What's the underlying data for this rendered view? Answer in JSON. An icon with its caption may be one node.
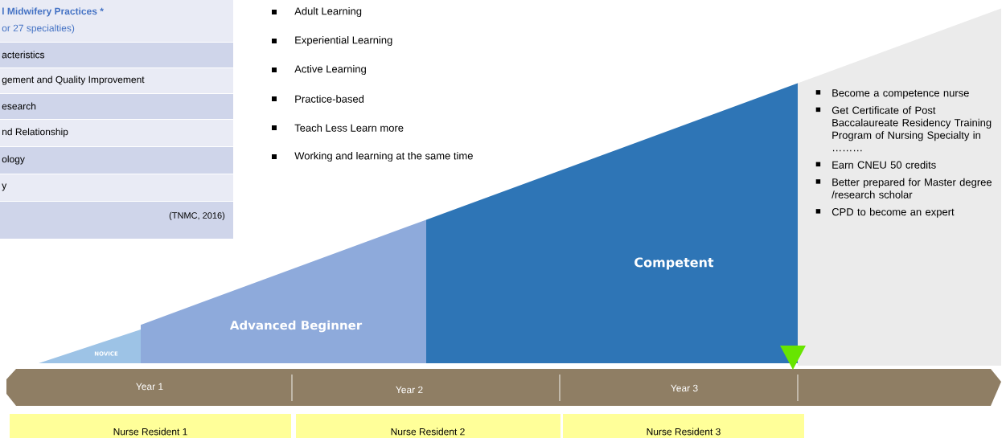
{
  "diagram": {
    "nodes": [
      {
        "text": [
          "NOVICE"
        ]
      },
      {
        "text": [
          "Advanced Beginner"
        ]
      },
      {
        "text": [
          "Competent"
        ]
      },
      {
        "text": [
          "Become a competence nurse",
          "Get Certificate of Post Baccalaureate Residency Training Program of Nursing Specialty in ………",
          "Earn CNEU 50 credits",
          "Better prepared for Master degree /research scholar",
          "CPD to become an expert"
        ]
      },
      {
        "text": [
          "Year 1"
        ]
      },
      {
        "text": [
          "Year 2"
        ]
      },
      {
        "text": [
          "Year 3"
        ]
      },
      {
        "text": [
          "Nurse Resident 1"
        ]
      },
      {
        "text": [
          "Nurse Resident 2"
        ]
      },
      {
        "text": [
          "Nurse Resident 3"
        ]
      }
    ],
    "edges": [],
    "labels": [
      "l Midwifery Practices *",
      "or 27 specialties)",
      "acteristics",
      "gement and Quality Improvement",
      "esearch",
      "nd Relationship",
      "ology",
      "y",
      "(TNMC, 2016)",
      "Adult Learning",
      "Experiential Learning",
      "Active Learning",
      "Practice-based",
      "Teach Less Learn more",
      "Working and learning at the same time"
    ]
  }
}
